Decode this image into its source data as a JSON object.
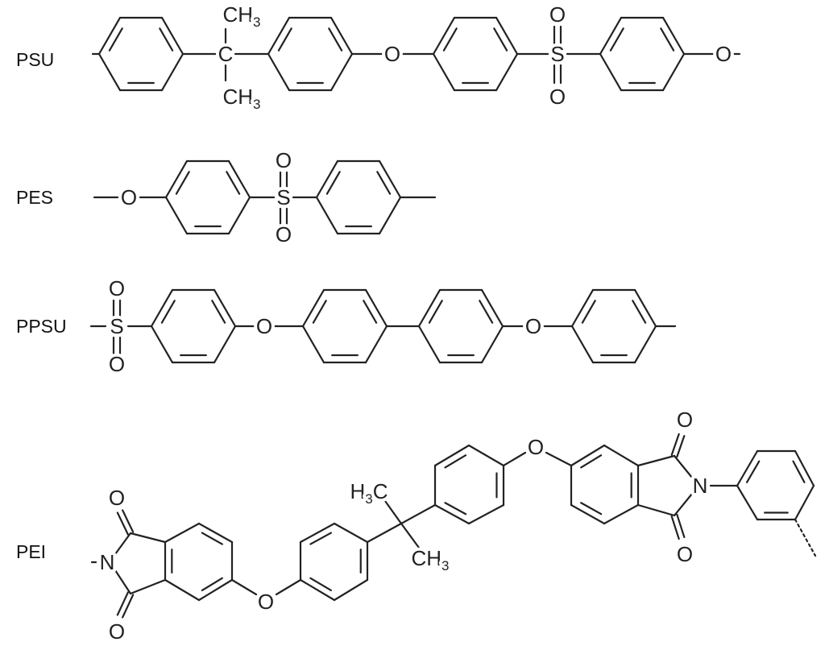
{
  "polymers": [
    {
      "name": "PSU",
      "atoms": {
        "c": "C",
        "ch3_top": "CH",
        "ch3_bottom": "CH",
        "sub3": "3",
        "o1": "O",
        "s": "S",
        "so_top": "O",
        "so_bottom": "O",
        "o_end": "O"
      }
    },
    {
      "name": "PES",
      "atoms": {
        "o": "O",
        "s": "S",
        "so_top": "O",
        "so_bottom": "O"
      }
    },
    {
      "name": "PPSU",
      "atoms": {
        "s": "S",
        "so_top": "O",
        "so_bottom": "O",
        "o1": "O",
        "o2": "O"
      }
    },
    {
      "name": "PEI",
      "atoms": {
        "n1": "N",
        "o_top1": "O",
        "o_bot1": "O",
        "o_ether1": "O",
        "h3c": "H",
        "c_h3c": "C",
        "ch3": "CH",
        "sub3": "3",
        "o_ether2": "O",
        "o_top2": "O",
        "o_bot2": "O",
        "n2": "N"
      }
    }
  ]
}
